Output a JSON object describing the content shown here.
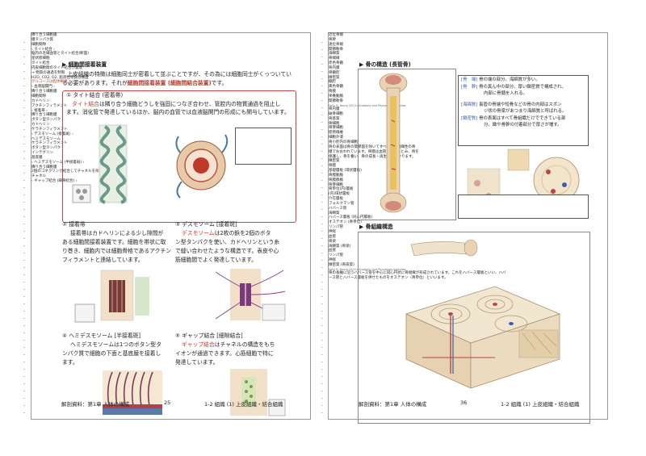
{
  "left_page": {
    "section_title": "▶ 細胞間接着装置",
    "intro_line1": "上皮組織の特徴は細胞同士が密着して並ぶことですが、その為には細胞同士がくっついてい",
    "intro_line2_a": "る必要があります。それが",
    "intro_line2_b": "細胞間接着装置 (細胞間結合装置)",
    "intro_line2_c": "です。",
    "s1_heading": "① タイト結合 (密着帯)",
    "s1_line1_a": "タイト結合",
    "s1_line1_b": "は隣り合う細胞どうしを強固につなぎ合わせ、管腔内の物質通過を阻止し",
    "s1_line2": "ます。消化管で発達しているほか、脳内の血管では血液脳関門の形成にも関与しています。",
    "fig_tight_title": "脳内の毛細血管とタイト結合(断面)",
    "fig_tight_label1": "隣り合う細胞膜",
    "fig_tight_label2": "膜タンパク質",
    "fig_tight_label3": "細胞間隙",
    "fig_tight_label4": "内皮細胞",
    "fig_tight_label5": "周皮細胞",
    "fig_tight_label6": "タイト結合",
    "fig_tight_label7": "星状膠細胞",
    "fig_tight_note1": "内皮細胞間のタイト結合が発達",
    "fig_tight_note2": "→ 物質の通過を制限",
    "fig_tight_note3": "H2O, CO2, O2, 脂溶性物質は通過",
    "fig_tight_note4": "グルコースは担体輸送",
    "fig_tight_cap1": "‹ タイト結合 ›",
    "fig_tight_cap2": "‹ 血液脳関門 ›",
    "s2_heading": "② 接着帯",
    "s2_line1": "接着帯はカドヘリンによる少し隙間が",
    "s2_line2": "ある細胞間接着装置です。細胞を帯状に取",
    "s2_line3": "り巻き、細胞内では細胞骨格であるアクチン",
    "s2_line4": "フィラメントと連結しています。",
    "fig_adh_label1": "隣り合う細胞膜",
    "fig_adh_label2": "細胞間隙",
    "fig_adh_label3": "カドヘリン",
    "fig_adh_label4": "アクチンフィラメント",
    "fig_adh_cap": "‹ 接着帯 ›",
    "s3_heading": "③ デスモソーム [接着斑]",
    "s3_line1_a": "デスモソーム",
    "s3_line1_b": "は2枚の鋲を2個のボタ",
    "s3_line2": "ン型タンパクを使い、カドヘリンという糸",
    "s3_line3": "で縫い合わせたような構造です。表皮や心",
    "s3_line4": "筋細胞間でよく発達しています。",
    "fig_desmo_label1": "隣り合う細胞膜",
    "fig_desmo_label2": "ボタン型タンパク",
    "fig_desmo_label3": "カドヘリン",
    "fig_desmo_label4": "ケラチンフィラメント",
    "fig_desmo_cap": "‹ デスモソーム (接着斑) ›",
    "s4_heading": "④ ヘミデスモソーム [半接着斑]",
    "s4_line1": "ヘミデスモソームは1つのボタン型タ",
    "s4_line2": "ンパク質で細胞の下面と基底膜を接着し",
    "s4_line3": "ます。",
    "fig_hemi_label1": "ヘミデスモソーム",
    "fig_hemi_label2": "ケラチンフィラメント",
    "fig_hemi_label3": "ボタン型タンパク",
    "fig_hemi_label4": "インテグリン",
    "fig_hemi_label5": "基底膜",
    "fig_hemi_cap": "‹ ヘミデスモソーム (半接着斑) ›",
    "s5_heading": "⑤ ギャップ結合 [細隙結合]",
    "s5_line1_a": "ギャップ結合",
    "s5_line1_b": "はチャネルの構造をもち",
    "s5_line2": "イオンが通過できます。心筋細胞で特に",
    "s5_line3": "発達しています。",
    "fig_gap_label1": "隣り合う細胞膜",
    "fig_gap_label2": "2個のコネクソンが結合してチャネルを形成",
    "fig_gap_label3": "チャネル",
    "fig_gap_cap": "‹ ギャップ結合 (細隙結合) ›",
    "footer_left": "解剖資料：第1章 人体の構成",
    "footer_page": "25",
    "footer_right": "1-2 組織 (1) 上皮組織・結合組織"
  },
  "right_page": {
    "section1_title": "▶ 骨の構造 (長管骨)",
    "bone_labels_left": [
      "近位骨端",
      "骨幹",
      "遠位骨端"
    ],
    "bone_labels_mid": [
      "関節軟骨",
      "海綿質",
      "骨端線",
      "赤色骨髄",
      "骨内膜",
      "骨髄腔",
      "緻密質",
      "髄腔",
      "黄色骨髄",
      "骨膜",
      "栄養動脈",
      "関節軟骨"
    ],
    "bone_labels_zoom": [
      "骨内膜",
      "破骨細胞",
      "骨基質",
      "骨細胞",
      "骨芽細胞"
    ],
    "bone_labels_zoom2": [
      "膠原線維",
      "細胞外液",
      "骨小腔内の骨細胞"
    ],
    "def1_term": "[骨　端]",
    "def1_text": "骨の端の部分。海綿質が多い。",
    "def2_term": "[骨　幹]",
    "def2_text_a": "骨の真ん中の部分。厚い緻密質で構成され、",
    "def2_text_b": "内部に骨髄を入れる。",
    "def3_term": "[海綿質]",
    "def3_text_a": "長管の骨端や短骨などの骨の内部はスポン",
    "def3_text_b": "ジ状の骨梁があつまり海綿質と呼ばれる。",
    "def4_term": "[緻密質]",
    "def4_text_a": "骨の表面はすべて骨組織だけでできている部",
    "def4_text_b": "分。緻や骨幹の付着部分で厚さが増す。",
    "periosteum_note1": "骨の表面は骨の関節面を除いてすべて結合組織性の骨",
    "periosteum_note2": "膜でおおわれています。骨膜は血管、神経にとみ、骨を",
    "periosteum_note3": "保護し、骨を養い、骨の成長・再生にあずかります。",
    "fig1_credit": "Sally R. Young (2011) Anatomy and Physiology overview",
    "section2_title": "▶ 骨組織構造",
    "tissue_labels_left": [
      "緻密質",
      "骨膜",
      "基礎層板 (環状層板)",
      "骨膜動脈",
      "骨膜静脈",
      "骨芽細胞",
      "骨単位(内)層板",
      "(内)環状層板",
      "介在層板",
      "フォルクマン管",
      "ハバース管"
    ],
    "tissue_labels_right": [
      "海綿質",
      "ハバース層板 (同心円層板)",
      "オステオン (骨単位)",
      "リンパ管",
      "神経",
      "血管",
      "骨梁",
      "海綿質 (骨梁)"
    ],
    "tissue_labels_bottom": [
      "血管",
      "リンパ管",
      "神経",
      "緻密質 (骨皮質)"
    ],
    "fig2_credit": "Sally R. Young (2011) Anatomy and Physiology overview",
    "tissue_note1": "骨の長軸に沿うハバース管を中心に同心円状に骨組織が形成されています。これをハバース層板といい、ハバ",
    "tissue_note2": "ース管とハバース層板を併せたものをオステオン（骨単位）といいます。",
    "footer_left": "解剖資料：第1章 人体の構成",
    "footer_page": "36",
    "footer_right": "1-2 組織 (1) 上皮組織・結合組織"
  },
  "colors": {
    "accent_red": "#c0392b",
    "box_border": "#cc4444",
    "bone_tan": "#e9d3b2",
    "marrow_red": "#b5474a",
    "vessel_blue": "#3d5fa8",
    "fiber_green": "#6a9a6a",
    "fig_purple": "#7a3a7a"
  }
}
